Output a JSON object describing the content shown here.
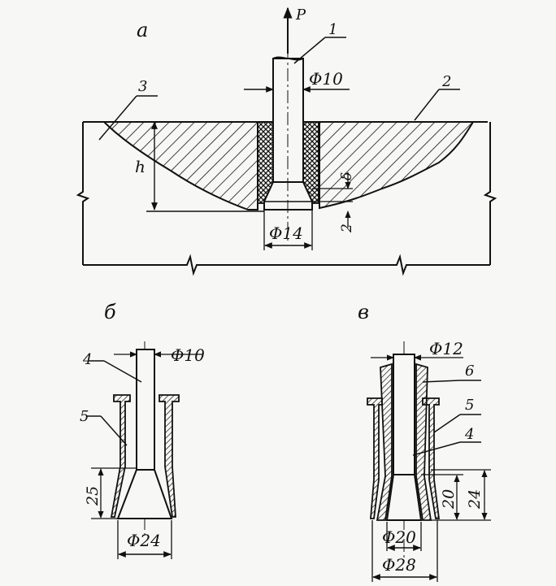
{
  "views": {
    "a": "а",
    "b": "б",
    "v": "в"
  },
  "labels": {
    "force": "P",
    "dia_rod_a": "Φ10",
    "dia_anchor_a": "Φ14",
    "depth": "h",
    "delta": "δ",
    "gap": "2",
    "dia_rod_b": "Φ10",
    "dia_base_b": "Φ24",
    "height_b": "25",
    "dia_rod_v": "Φ12",
    "dia_inner_v": "Φ20",
    "dia_outer_v": "Φ28",
    "height_v_inner": "20",
    "height_v_outer": "24"
  },
  "callouts": {
    "c1": "1",
    "c2": "2",
    "c3": "3",
    "c4b": "4",
    "c5b": "5",
    "c4v": "4",
    "c5v": "5",
    "c6v": "6"
  }
}
